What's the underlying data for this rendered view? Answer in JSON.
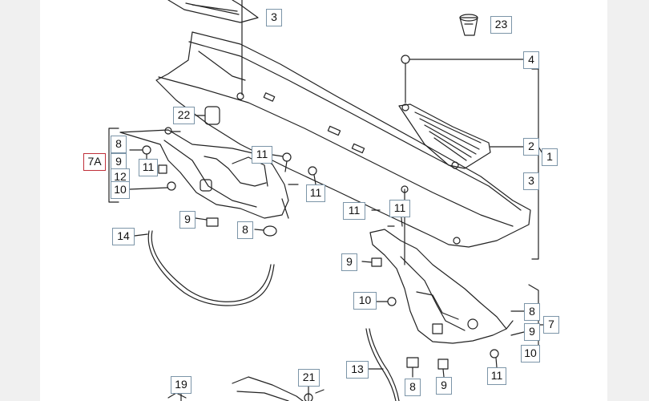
{
  "diagram": {
    "callouts": [
      {
        "id": "c3a",
        "text": "3"
      },
      {
        "id": "c23",
        "text": "23"
      },
      {
        "id": "c4",
        "text": "4"
      },
      {
        "id": "c22",
        "text": "22"
      },
      {
        "id": "c2",
        "text": "2"
      },
      {
        "id": "c1",
        "text": "1"
      },
      {
        "id": "c8a",
        "text": "8"
      },
      {
        "id": "c7A",
        "text": "7A"
      },
      {
        "id": "c9a",
        "text": "9"
      },
      {
        "id": "c12",
        "text": "12"
      },
      {
        "id": "c10a",
        "text": "10"
      },
      {
        "id": "c11a",
        "text": "11"
      },
      {
        "id": "c11b",
        "text": "11"
      },
      {
        "id": "c11c",
        "text": "11"
      },
      {
        "id": "c3b",
        "text": "3"
      },
      {
        "id": "c11d",
        "text": "11"
      },
      {
        "id": "c11e",
        "text": "11"
      },
      {
        "id": "c9b",
        "text": "9"
      },
      {
        "id": "c8b",
        "text": "8"
      },
      {
        "id": "c14",
        "text": "14"
      },
      {
        "id": "c9c",
        "text": "9"
      },
      {
        "id": "c10b",
        "text": "10"
      },
      {
        "id": "c8c",
        "text": "8"
      },
      {
        "id": "c7",
        "text": "7"
      },
      {
        "id": "c9d",
        "text": "9"
      },
      {
        "id": "c10c",
        "text": "10"
      },
      {
        "id": "c13",
        "text": "13"
      },
      {
        "id": "c19",
        "text": "19"
      },
      {
        "id": "c21",
        "text": "21"
      },
      {
        "id": "c8d",
        "text": "8"
      },
      {
        "id": "c9e",
        "text": "9"
      },
      {
        "id": "c11f",
        "text": "11"
      }
    ]
  }
}
